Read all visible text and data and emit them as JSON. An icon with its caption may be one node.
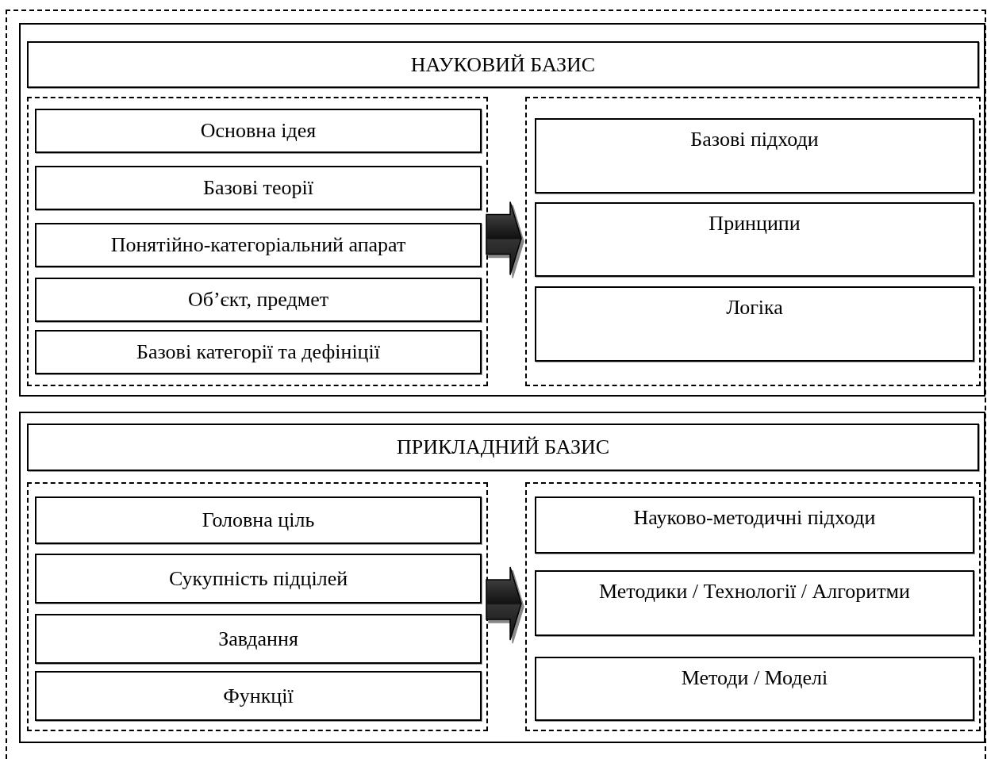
{
  "diagram": {
    "nodes": [
      {
        "text": [],
        "shape": "box"
      },
      {
        "text": [],
        "shape": "box",
        "in": 0
      },
      {
        "text": [
          "НАУКОВИЙ БАЗИС"
        ],
        "in": 1
      },
      {
        "text": [],
        "shape": "box",
        "in": 1
      },
      {
        "text": [
          "Основна ідея"
        ],
        "in": 3
      },
      {
        "text": [
          "Базові теорії"
        ],
        "in": 3
      },
      {
        "text": [
          "Понятійно-категоріальний апарат"
        ],
        "in": 3
      },
      {
        "text": [
          "Об’єкт, предмет"
        ],
        "in": 3
      },
      {
        "text": [
          "Базові категорії та дефініції"
        ],
        "in": 3
      },
      {
        "text": [],
        "shape": "box",
        "in": 1
      },
      {
        "text": [
          "Базові підходи"
        ],
        "in": 9
      },
      {
        "text": [
          "Принципи"
        ],
        "in": 9
      },
      {
        "text": [
          "Логіка"
        ],
        "in": 9
      },
      {
        "text": [],
        "shape": "box",
        "in": 0
      },
      {
        "text": [
          "ПРИКЛАДНИЙ БАЗИС"
        ],
        "in": 13
      },
      {
        "text": [],
        "shape": "box",
        "in": 13
      },
      {
        "text": [
          "Головна ціль"
        ],
        "in": 15
      },
      {
        "text": [
          "Сукупність підцілей"
        ],
        "in": 15
      },
      {
        "text": [
          "Завдання"
        ],
        "in": 15
      },
      {
        "text": [
          "Функції"
        ],
        "in": 15
      },
      {
        "text": [],
        "shape": "box",
        "in": 13
      },
      {
        "text": [
          "Науково-методичні підходи"
        ],
        "in": 20
      },
      {
        "text": [
          "Методики / Технології / Алгоритми"
        ],
        "in": 20
      },
      {
        "text": [
          "Методи / Моделі"
        ],
        "in": 20
      }
    ],
    "edges": [
      {
        "from": 3,
        "to": 9,
        "arrow": "to",
        "style": "thick"
      },
      {
        "from": 15,
        "to": 20,
        "arrow": "to",
        "style": "thick"
      }
    ]
  }
}
